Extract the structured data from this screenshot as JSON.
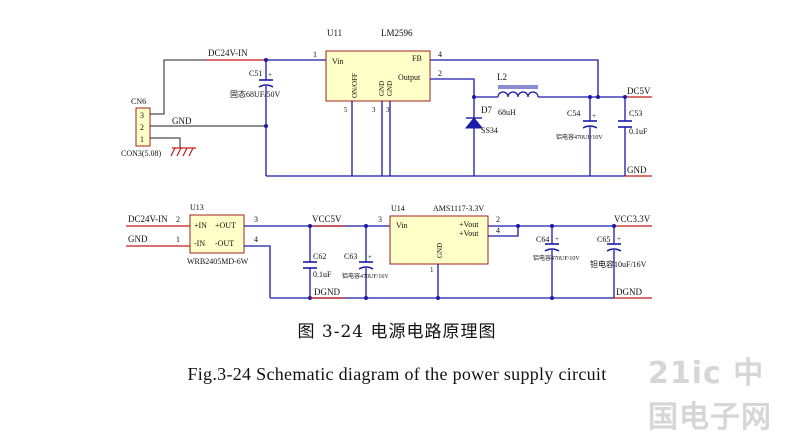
{
  "figure": {
    "caption_cn": "图 3-24 电源电路原理图",
    "caption_en": "Fig.3-24 Schematic diagram of the power supply circuit",
    "watermark": "21ic 中国电子网"
  },
  "nets": {
    "dc24v_top": "DC24V-IN",
    "dc5v": "DC5V",
    "gnd_top": "GND",
    "gnd_right": "GND",
    "dc24v_bottom": "DC24V-IN",
    "gnd_bottom": "GND",
    "vcc5v": "VCC5V",
    "vcc33": "VCC3.3V",
    "dgnd_left": "DGND",
    "dgnd_right": "DGND"
  },
  "u11": {
    "ref": "U11",
    "part": "LM2596",
    "pin_vin": "Vin",
    "pin_fb": "FB",
    "pin_output": "Output",
    "pin_onoff": "ON/OFF",
    "pin_gnd1": "GND",
    "pin_gnd2": "GND",
    "num1": "1",
    "num4": "4",
    "num2": "2",
    "num5": "5",
    "num3a": "3",
    "num3b": "3"
  },
  "c51": {
    "ref": "C51",
    "value": "固态68UF/50V",
    "plus": "+"
  },
  "cn6": {
    "ref": "CN6",
    "value": "CON3(5.08)",
    "pins": [
      "3",
      "2",
      "1"
    ]
  },
  "d7": {
    "ref": "D7",
    "value": "SS34"
  },
  "l2": {
    "ref": "L2",
    "value": "68uH"
  },
  "c54": {
    "ref": "C54",
    "value": "铝电容470UF/10V",
    "plus": "+"
  },
  "c53": {
    "ref": "C53",
    "value": "0.1uF"
  },
  "u13": {
    "ref": "U13",
    "part": "WRB2405MD-6W",
    "pin_pin": "+IN",
    "pin_nin": "-IN",
    "pin_pout": "+OUT",
    "pin_nout": "-OUT",
    "num2": "2",
    "num1": "1",
    "num3": "3",
    "num4": "4"
  },
  "c62": {
    "ref": "C62",
    "value": "0.1uF"
  },
  "c63": {
    "ref": "C63",
    "value": "铝电容470UF/16V",
    "plus": "+"
  },
  "u14": {
    "ref": "U14",
    "part": "AMS1117-3.3V",
    "pin_vin": "Vin",
    "pin_vout1": "+Vout",
    "pin_vout2": "+Vout",
    "pin_gnd": "GND",
    "num3": "3",
    "num2": "2",
    "num4": "4",
    "num1": "1"
  },
  "c64": {
    "ref": "C64",
    "value": "铝电容470UF/10V",
    "plus": "+"
  },
  "c65": {
    "ref": "C65",
    "value": "钽电容10uF/16V",
    "plus": "+"
  }
}
